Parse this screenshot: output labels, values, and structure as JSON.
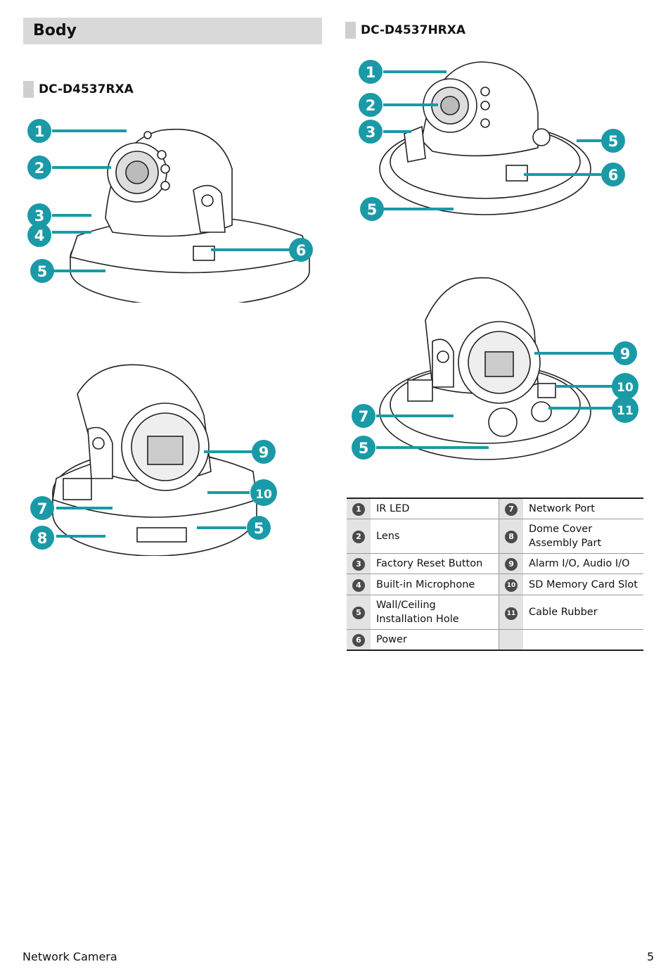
{
  "header": {
    "title": "Body"
  },
  "models": {
    "left": "DC-D4537RXA",
    "right": "DC-D4537HRXA"
  },
  "callouts": {
    "fig1": [
      "1",
      "2",
      "3",
      "4",
      "5",
      "6"
    ],
    "fig2": [
      "9",
      "10",
      "7",
      "5",
      "8"
    ],
    "fig3": [
      "1",
      "2",
      "3",
      "5",
      "6",
      "5"
    ],
    "fig4": [
      "9",
      "10",
      "11",
      "7",
      "5"
    ]
  },
  "parts": [
    {
      "n1": "1",
      "l1": "IR LED",
      "n2": "7",
      "l2": "Network Port"
    },
    {
      "n1": "2",
      "l1": "Lens",
      "n2": "8",
      "l2": "Dome Cover Assembly Part"
    },
    {
      "n1": "3",
      "l1": "Factory Reset Button",
      "n2": "9",
      "l2": "Alarm I/O, Audio I/O"
    },
    {
      "n1": "4",
      "l1": "Built-in Microphone",
      "n2": "10",
      "l2": "SD Memory Card Slot"
    },
    {
      "n1": "5",
      "l1": "Wall/Ceiling Installation Hole",
      "n2": "11",
      "l2": "Cable Rubber"
    },
    {
      "n1": "6",
      "l1": "Power",
      "n2": "",
      "l2": ""
    }
  ],
  "footer": {
    "left": "Network Camera",
    "page": "5"
  },
  "colors": {
    "callout": "#1a9aa6",
    "header_bg": "#d9d9d9"
  }
}
